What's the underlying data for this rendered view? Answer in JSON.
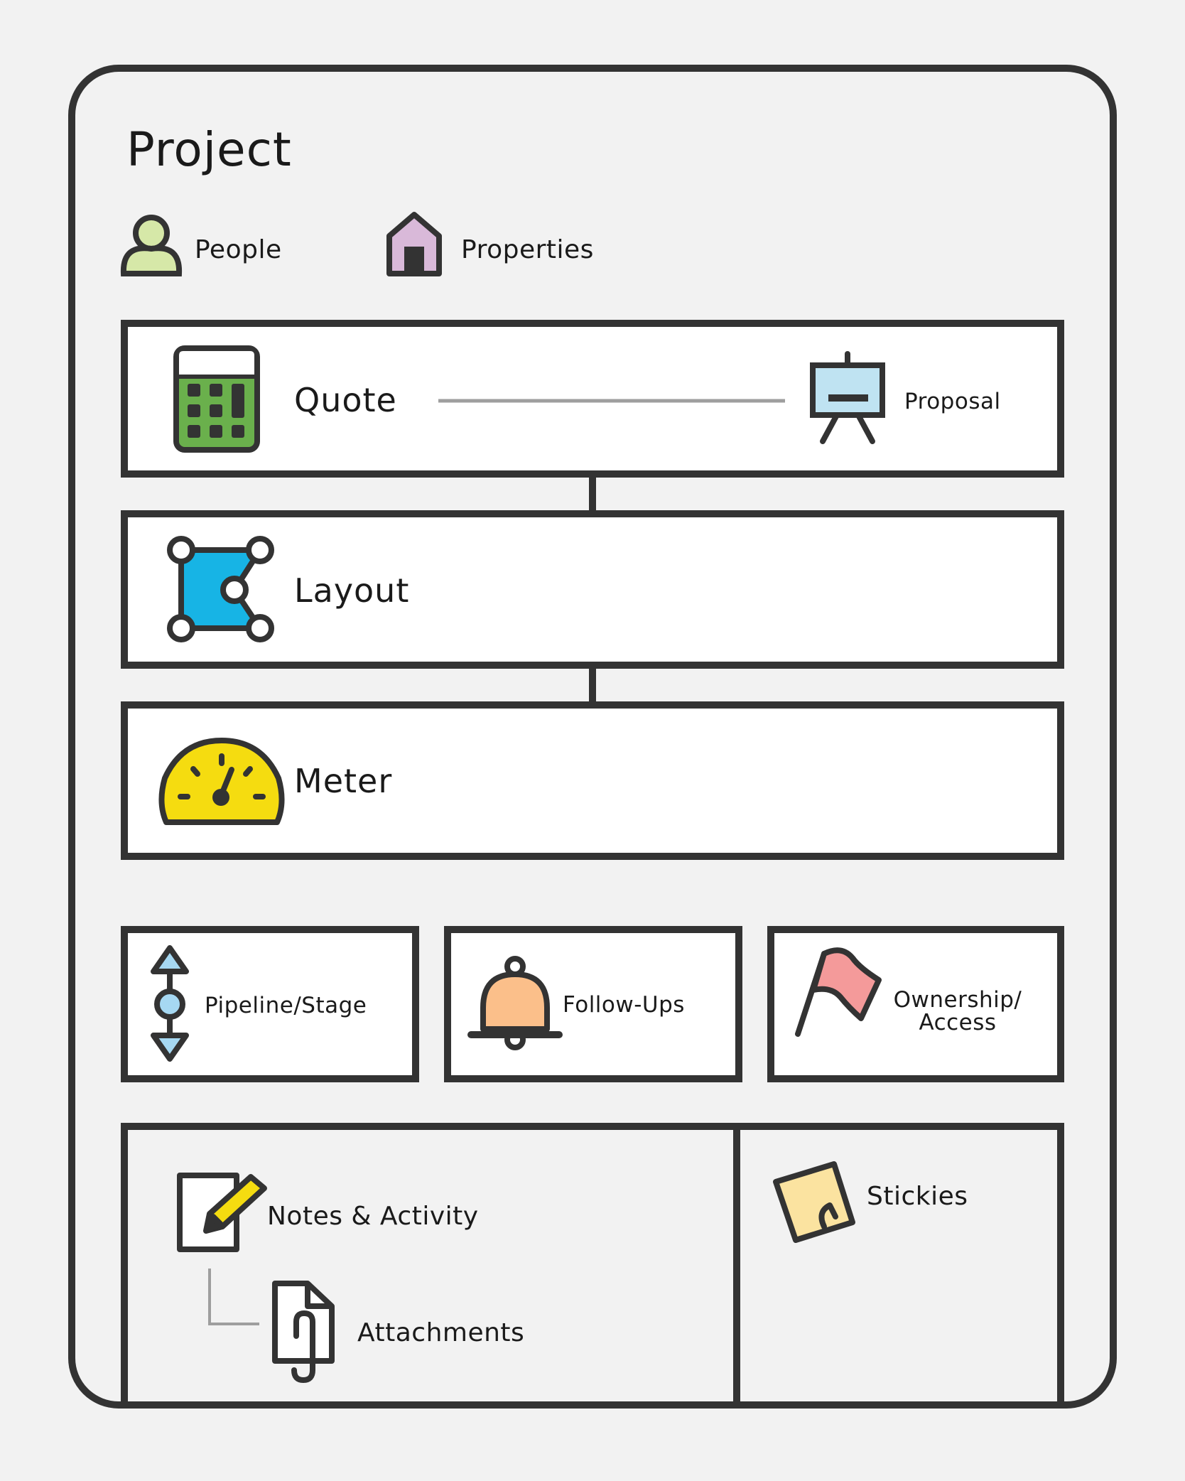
{
  "title": "Project",
  "header_links": {
    "people": "People",
    "properties": "Properties"
  },
  "blocks": {
    "quote": "Quote",
    "proposal": "Proposal",
    "layout": "Layout",
    "meter": "Meter"
  },
  "tiles": {
    "pipeline": "Pipeline/Stage",
    "followups": "Follow-Ups",
    "ownership_line1": "Ownership/",
    "ownership_line2": "Access"
  },
  "bottom": {
    "notes": "Notes & Activity",
    "attachments": "Attachments",
    "stickies": "Stickies"
  },
  "icons": {
    "people": "person-icon",
    "properties": "house-icon",
    "quote": "calculator-icon",
    "proposal": "easel-icon",
    "layout": "vector-shape-icon",
    "meter": "gauge-icon",
    "pipeline": "arrows-up-down-icon",
    "followups": "bell-icon",
    "ownership": "flag-icon",
    "notes": "note-pencil-icon",
    "attachments": "file-paperclip-icon",
    "stickies": "sticky-note-icon"
  },
  "colors": {
    "background": "#f2f2f2",
    "outline": "#333333",
    "connector_gray": "#9e9e9e",
    "people_green": "#d6e8a8",
    "house_lilac": "#d9b9d9",
    "calculator_green": "#6ab04c",
    "easel_blue": "#bfe3f2",
    "layout_blue": "#17b4e5",
    "gauge_yellow": "#f5dc10",
    "pipeline_blue": "#a6d8f2",
    "bell_orange": "#fbbf8a",
    "flag_pink": "#f49a9a",
    "pencil_yellow": "#f5dc10",
    "sticky_yellow": "#fbe3a0"
  }
}
